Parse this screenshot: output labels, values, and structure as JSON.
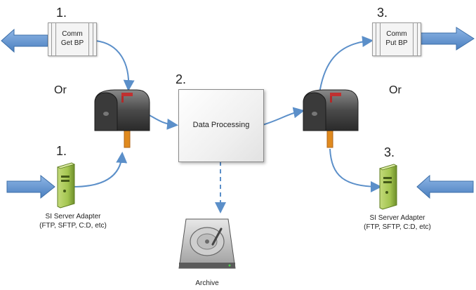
{
  "steps": {
    "get_number": "1.",
    "adapter_left_number": "1.",
    "processing_number": "2.",
    "put_number": "3.",
    "adapter_right_number": "3."
  },
  "or_left": "Or",
  "or_right": "Or",
  "comm_get": {
    "line1": "Comm",
    "line2": "Get BP"
  },
  "comm_put": {
    "line1": "Comm",
    "line2": "Put BP"
  },
  "data_processing": "Data Processing",
  "adapter_left": {
    "line1": "SI Server Adapter",
    "line2": "(FTP, SFTP, C:D, etc)"
  },
  "adapter_right": {
    "line1": "SI Server Adapter",
    "line2": "(FTP, SFTP, C:D, etc)"
  },
  "archive": "Archive",
  "colors": {
    "arrow": "#5b8fc9",
    "arrow_dark": "#3d6fa8",
    "server": "#9ec04a",
    "mailbox": "#555555",
    "post": "#e08a1e"
  },
  "icons": [
    "mailbox-icon",
    "server-icon",
    "hard-drive-icon",
    "big-arrow-icon"
  ]
}
